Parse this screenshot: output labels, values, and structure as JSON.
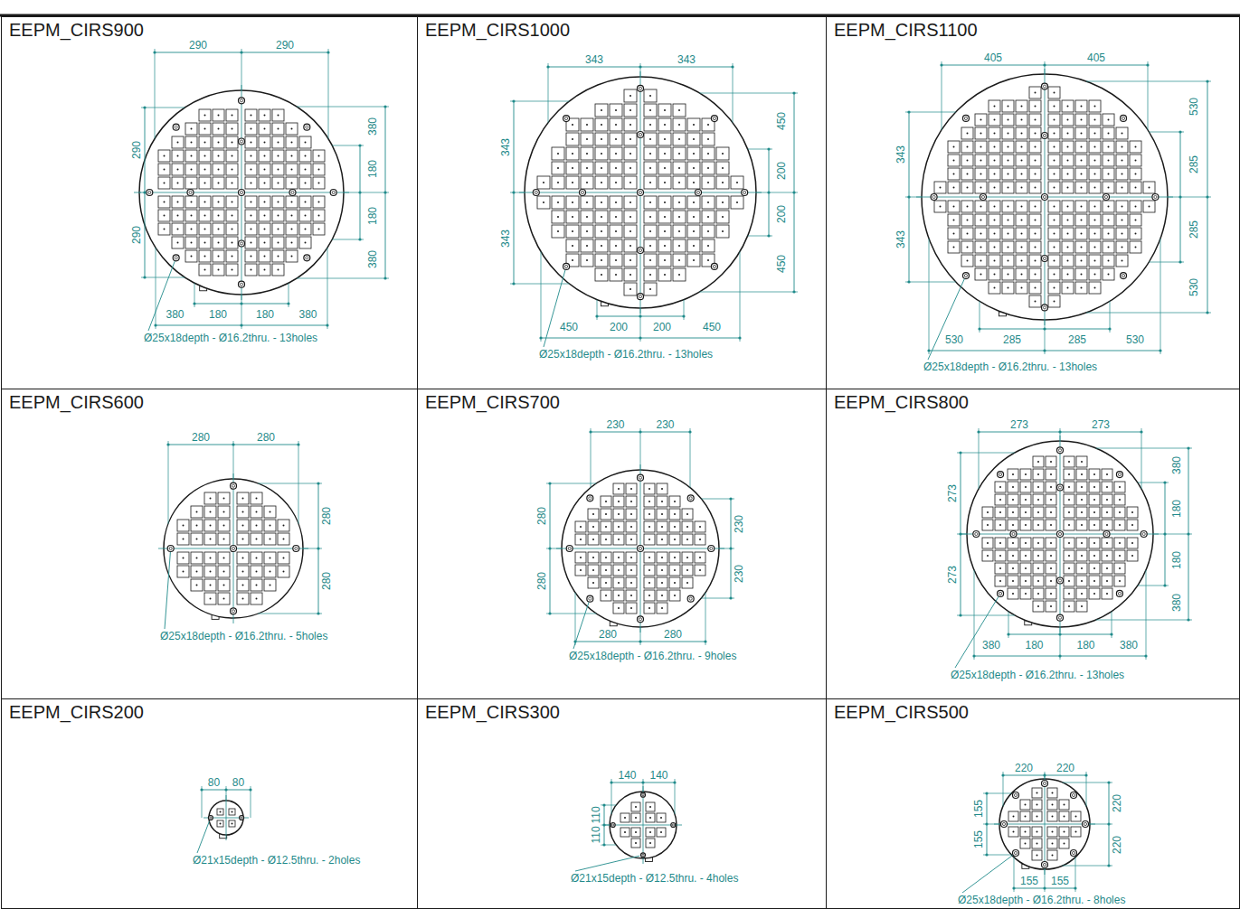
{
  "diagram": {
    "nodes": [
      {
        "text": [
          "EEPM_CIRS900"
        ]
      },
      {
        "text": [
          "EEPM_CIRS1000"
        ]
      },
      {
        "text": [
          "EEPM_CIRS1100"
        ]
      },
      {
        "text": [
          "EEPM_CIRS600"
        ]
      },
      {
        "text": [
          "EEPM_CIRS700"
        ]
      },
      {
        "text": [
          "EEPM_CIRS800"
        ]
      },
      {
        "text": [
          "EEPM_CIRS200"
        ]
      },
      {
        "text": [
          "EEPM_CIRS300"
        ]
      },
      {
        "text": [
          "EEPM_CIRS500"
        ]
      }
    ],
    "labels": [
      "290",
      "290",
      "290",
      "290",
      "180",
      "180",
      "380",
      "380",
      "180",
      "180",
      "380",
      "380",
      "Ø25x18depth - Ø16.2thru. - 13holes",
      "343",
      "343",
      "343",
      "343",
      "200",
      "200",
      "450",
      "450",
      "200",
      "200",
      "450",
      "450",
      "Ø25x18depth - Ø16.2thru. - 13holes",
      "405",
      "405",
      "343",
      "343",
      "285",
      "285",
      "530",
      "530",
      "285",
      "285",
      "530",
      "530",
      "Ø25x18depth - Ø16.2thru. - 13holes",
      "280",
      "280",
      "280",
      "280",
      "Ø25x18depth - Ø16.2thru. - 5holes",
      "230",
      "230",
      "280",
      "280",
      "230",
      "230",
      "280",
      "280",
      "Ø25x18depth - Ø16.2thru. - 9holes",
      "273",
      "273",
      "273",
      "273",
      "180",
      "180",
      "380",
      "380",
      "180",
      "180",
      "380",
      "380",
      "Ø25x18depth - Ø16.2thru. - 13holes",
      "80",
      "80",
      "Ø21x15depth - Ø12.5thru. - 2holes",
      "140",
      "140",
      "110",
      "110",
      "Ø21x15depth - Ø12.5thru. - 4holes",
      "220",
      "220",
      "155",
      "155",
      "220",
      "220",
      "155",
      "155",
      "Ø25x18depth - Ø16.2thru. - 8holes"
    ]
  }
}
